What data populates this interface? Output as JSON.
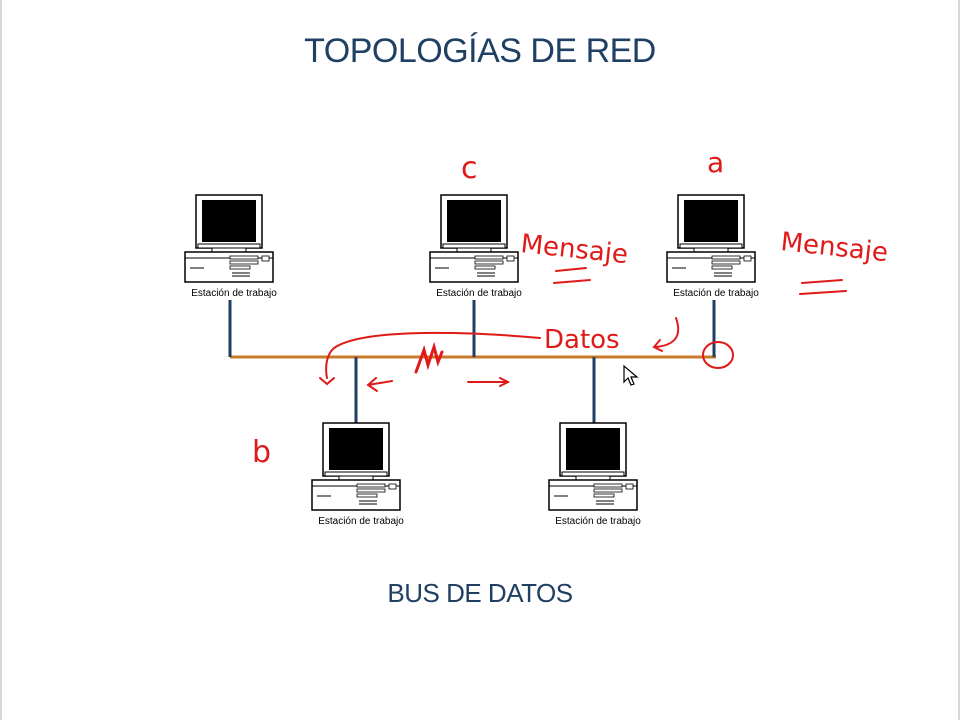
{
  "slide": {
    "title": "TOPOLOGÍAS DE RED",
    "subtitle": "BUS DE DATOS"
  },
  "workstations": [
    {
      "id": "top-left",
      "label": "Estación de trabajo"
    },
    {
      "id": "top-center",
      "label": "Estación de trabajo"
    },
    {
      "id": "top-right",
      "label": "Estación de trabajo"
    },
    {
      "id": "bottom-left",
      "label": "Estación de trabajo"
    },
    {
      "id": "bottom-right",
      "label": "Estación de trabajo"
    }
  ],
  "annotations": {
    "letter_c": "c",
    "letter_a": "a",
    "letter_b": "b",
    "mensaje_1": "Mensaje",
    "mensaje_2": "Mensaje",
    "datos": "Datos"
  },
  "colors": {
    "title": "#1f3f63",
    "bus": "#c77a2a",
    "drop_line": "#1f3f63",
    "annotation_ink": "#e01919"
  }
}
